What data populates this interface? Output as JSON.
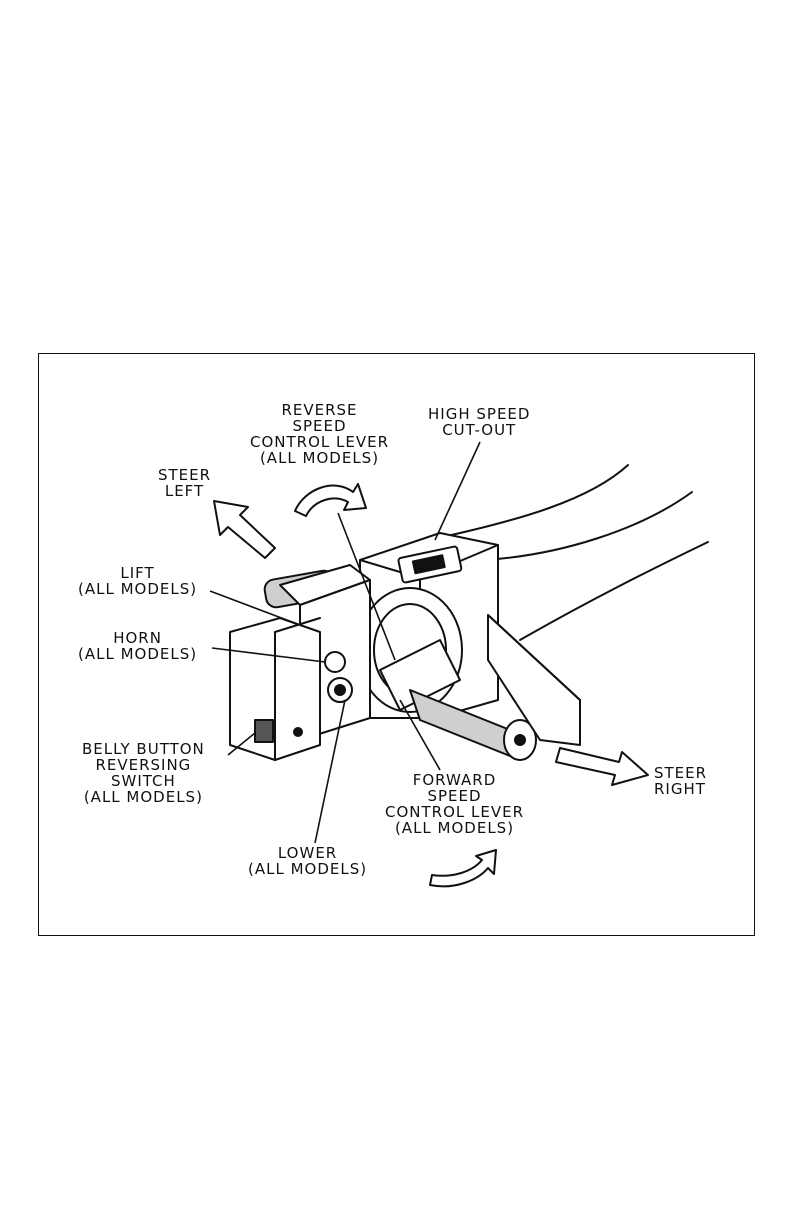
{
  "labels": {
    "reverse_lever": [
      "REVERSE",
      "SPEED",
      "CONTROL LEVER",
      "(ALL MODELS)"
    ],
    "high_speed": [
      "HIGH SPEED",
      "CUT-OUT"
    ],
    "steer_left": [
      "STEER",
      "LEFT"
    ],
    "lift": [
      "LIFT",
      "(ALL MODELS)"
    ],
    "horn": [
      "HORN",
      "(ALL MODELS)"
    ],
    "belly_button": [
      "BELLY BUTTON",
      "REVERSING",
      "SWITCH",
      "(ALL MODELS)"
    ],
    "forward_lever": [
      "FORWARD",
      "SPEED",
      "CONTROL LEVER",
      "(ALL MODELS)"
    ],
    "steer_right": [
      "STEER",
      "RIGHT"
    ],
    "lower": [
      "LOWER",
      "(ALL MODELS)"
    ]
  },
  "colors": {
    "ink": "#111111",
    "paper": "#ffffff"
  },
  "icons": [
    "curved-arrow-icon",
    "straight-arrow-icon"
  ]
}
